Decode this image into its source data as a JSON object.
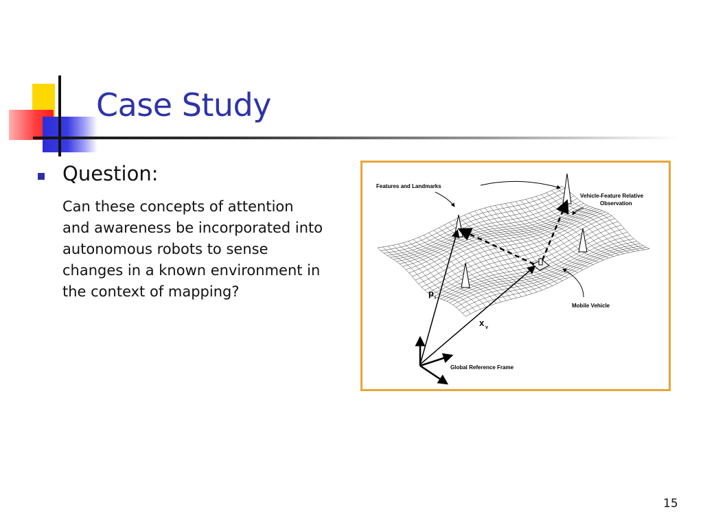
{
  "slide": {
    "title": "Case Study",
    "bullet": "Question:",
    "body": "Can these concepts of attention and awareness be incorporated into autonomous robots to sense changes in a known environment in the context of mapping?",
    "page_number": "15",
    "accent_colors": {
      "title": "#2e33a8",
      "frame": "#e8a53a",
      "yellow": "#ffd800",
      "red": "#ff3b3b",
      "blue": "#2e2ed8"
    }
  },
  "figure": {
    "label_features": "Features and Landmarks",
    "label_observation_1": "Vehicle-Feature Relative",
    "label_observation_2": "Observation",
    "label_vehicle": "Mobile Vehicle",
    "label_frame": "Global Reference Frame",
    "label_p": "p",
    "label_p_sub": "i",
    "label_x": "x",
    "label_x_sub": "v"
  }
}
